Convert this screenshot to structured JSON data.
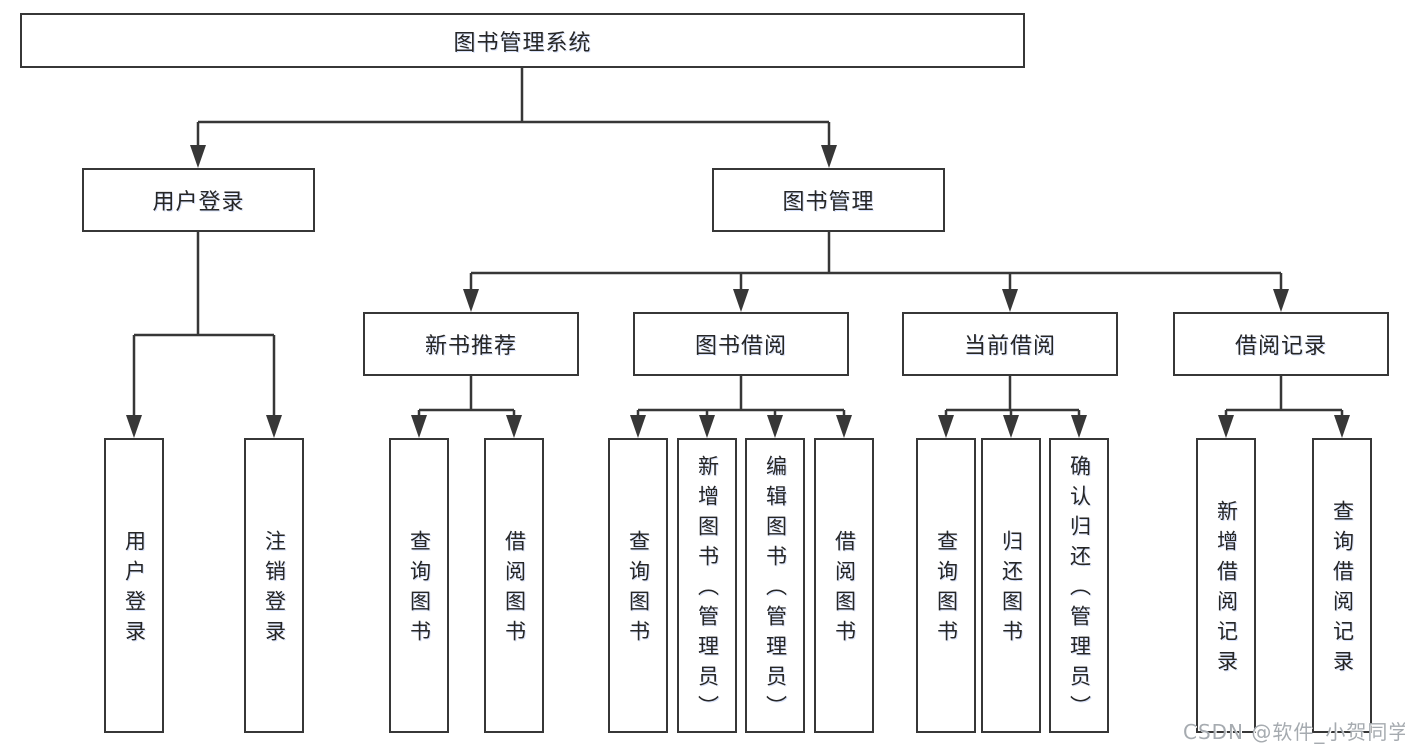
{
  "colors": {
    "line": "#373737",
    "box_border": "#373737",
    "text": "#262626",
    "watermark": "#a6abb0",
    "background": "#ffffff"
  },
  "root": {
    "label": "图书管理系统"
  },
  "user_login": {
    "label": "用户登录",
    "children": [
      {
        "label": "用户登录"
      },
      {
        "label": "注销登录"
      }
    ]
  },
  "book_management": {
    "label": "图书管理",
    "sections": [
      {
        "label": "新书推荐",
        "children": [
          {
            "label": "查询图书"
          },
          {
            "label": "借阅图书"
          }
        ]
      },
      {
        "label": "图书借阅",
        "children": [
          {
            "label": "查询图书"
          },
          {
            "label": "新增图书（管理员）"
          },
          {
            "label": "编辑图书（管理员）"
          },
          {
            "label": "借阅图书"
          }
        ]
      },
      {
        "label": "当前借阅",
        "children": [
          {
            "label": "查询图书"
          },
          {
            "label": "归还图书"
          },
          {
            "label": "确认归还（管理员）"
          }
        ]
      },
      {
        "label": "借阅记录",
        "children": [
          {
            "label": "新增借阅记录"
          },
          {
            "label": "查询借阅记录"
          }
        ]
      }
    ]
  },
  "watermark": "CSDN @软件_小贺同学"
}
